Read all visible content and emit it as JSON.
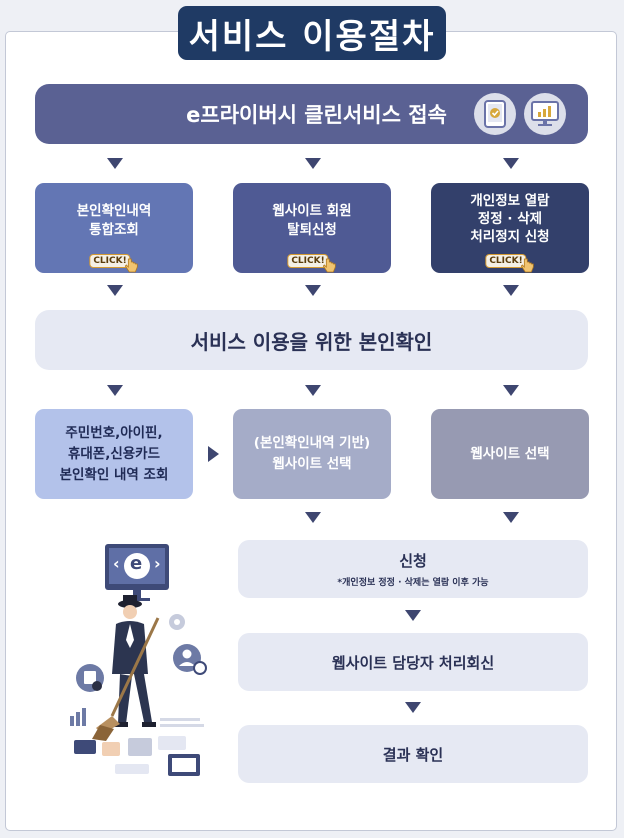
{
  "title": "서비스 이용절차",
  "header": {
    "text": "e프라이버시 클린서비스 접속",
    "icons": [
      "tablet-icon",
      "monitor-chart-icon"
    ]
  },
  "services": [
    {
      "label_lines": [
        "본인확인내역",
        "통합조회"
      ],
      "click": "CLICK!",
      "color": "#6376b4"
    },
    {
      "label_lines": [
        "웹사이트 회원",
        "탈퇴신청"
      ],
      "click": "CLICK!",
      "color": "#4f5a94"
    },
    {
      "label_lines": [
        "개인정보 열람",
        "정정 · 삭제",
        "처리정지 신청"
      ],
      "click": "CLICK!",
      "color": "#33406b"
    }
  ],
  "verify": "서비스 이용을 위한 본인확인",
  "steps": [
    {
      "label_lines": [
        "주민번호,아이핀,",
        "휴대폰,신용카드",
        "본인확인 내역 조회"
      ],
      "bg": "#b3c2ea",
      "fg": "#1f2a55"
    },
    {
      "label_lines": [
        "(본인확인내역 기반)",
        "웹사이트 선택"
      ],
      "bg": "#a5acc8",
      "fg": "#ffffff"
    },
    {
      "label_lines": [
        "웹사이트 선택"
      ],
      "bg": "#979ab2",
      "fg": "#ffffff"
    }
  ],
  "flow": {
    "apply": "신청",
    "apply_note": "*개인정보 정정 · 삭제는 열람 이후 가능",
    "reply": "웹사이트 담당자 처리회신",
    "result": "결과 확인"
  },
  "illustration": {
    "monitor_letter": "e",
    "monitor_left": "‹",
    "monitor_right": "›"
  }
}
